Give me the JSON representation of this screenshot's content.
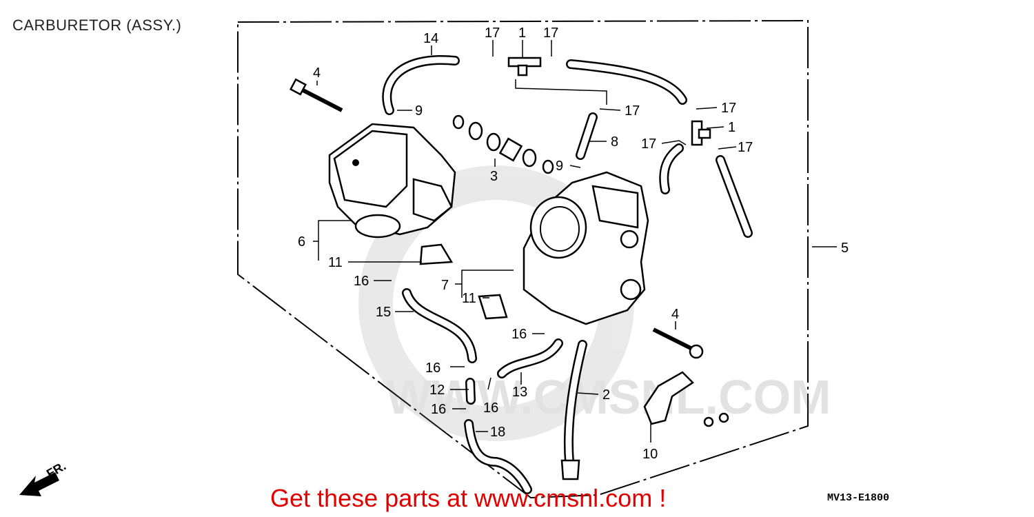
{
  "title": "CARBURETOR (ASSY.)",
  "promo_text": "Get these parts at www.cmsnl.com !",
  "diagram_code": "MV13-E1800",
  "front_marker": "FR.",
  "callouts": [
    {
      "id": "c1a",
      "text": "1"
    },
    {
      "id": "c1b",
      "text": "1"
    },
    {
      "id": "c2",
      "text": "2"
    },
    {
      "id": "c3",
      "text": "3"
    },
    {
      "id": "c4a",
      "text": "4"
    },
    {
      "id": "c4b",
      "text": "4"
    },
    {
      "id": "c5",
      "text": "5"
    },
    {
      "id": "c6",
      "text": "6"
    },
    {
      "id": "c7",
      "text": "7"
    },
    {
      "id": "c8",
      "text": "8"
    },
    {
      "id": "c9a",
      "text": "9"
    },
    {
      "id": "c9b",
      "text": "9"
    },
    {
      "id": "c10",
      "text": "10"
    },
    {
      "id": "c11a",
      "text": "11"
    },
    {
      "id": "c11b",
      "text": "11"
    },
    {
      "id": "c12",
      "text": "12"
    },
    {
      "id": "c13",
      "text": "13"
    },
    {
      "id": "c14",
      "text": "14"
    },
    {
      "id": "c15",
      "text": "15"
    },
    {
      "id": "c16a",
      "text": "16"
    },
    {
      "id": "c16b",
      "text": "16"
    },
    {
      "id": "c16c",
      "text": "16"
    },
    {
      "id": "c16d",
      "text": "16"
    },
    {
      "id": "c16e",
      "text": "16"
    },
    {
      "id": "c17a",
      "text": "17"
    },
    {
      "id": "c17b",
      "text": "17"
    },
    {
      "id": "c17c",
      "text": "17"
    },
    {
      "id": "c17d",
      "text": "17"
    },
    {
      "id": "c17e",
      "text": "17"
    },
    {
      "id": "c17f",
      "text": "17"
    },
    {
      "id": "c18",
      "text": "18"
    }
  ]
}
